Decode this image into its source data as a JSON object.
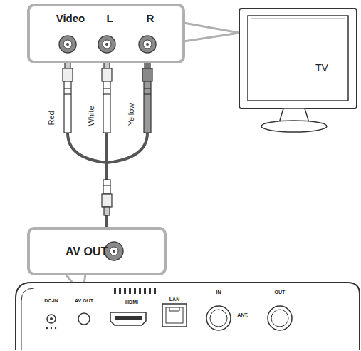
{
  "diagram": {
    "nodes": [
      {
        "text": [
          "Video",
          "L",
          "R"
        ]
      },
      {
        "text": [
          "TV"
        ]
      },
      {
        "text": [
          "AV OUT"
        ]
      },
      {
        "text": [
          "DC-IN",
          "AV OUT",
          "HDMI",
          "LAN",
          "IN",
          "ANT.",
          "OUT"
        ]
      }
    ],
    "edges": [
      {
        "from": 0,
        "to": 2,
        "arrow": "none"
      }
    ],
    "labels": [
      "Red",
      "White",
      "Yellow"
    ]
  }
}
